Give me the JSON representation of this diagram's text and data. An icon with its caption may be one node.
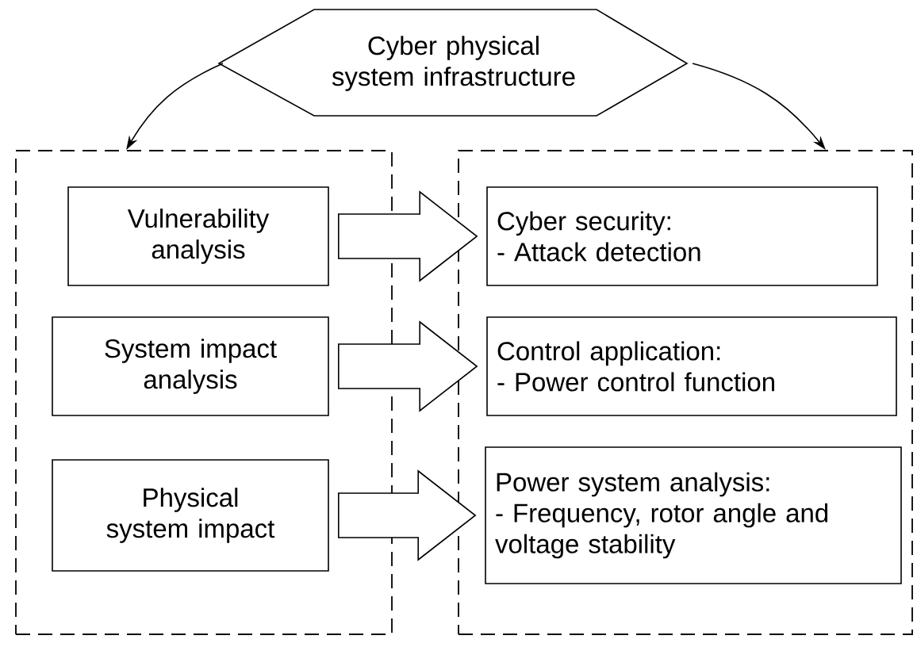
{
  "diagram": {
    "nodes": [
      {
        "text": [
          "Cyber physical system infrastructure"
        ]
      },
      {
        "text": [],
        "shape": "box"
      },
      {
        "text": [
          "Vulnerability analysis"
        ],
        "in": 1
      },
      {
        "text": [
          "System impact analysis"
        ],
        "in": 1
      },
      {
        "text": [
          "Physical system impact"
        ],
        "in": 1
      },
      {
        "text": [],
        "shape": "box"
      },
      {
        "text": [
          "Cyber security:",
          "- Attack detection"
        ],
        "in": 5
      },
      {
        "text": [
          "Control application:",
          "- Power control function"
        ],
        "in": 5
      },
      {
        "text": [
          "Power system analysis:",
          "- Frequency, rotor angle and voltage stability"
        ],
        "in": 5
      }
    ],
    "edges": [
      {
        "from": 0,
        "to": 1,
        "arrow": "to"
      },
      {
        "from": 0,
        "to": 5,
        "arrow": "to"
      },
      {
        "from": 2,
        "to": 6,
        "arrow": "to",
        "style": "thick"
      },
      {
        "from": 3,
        "to": 7,
        "arrow": "to",
        "style": "thick"
      },
      {
        "from": 4,
        "to": 8,
        "arrow": "to",
        "style": "thick"
      }
    ]
  }
}
